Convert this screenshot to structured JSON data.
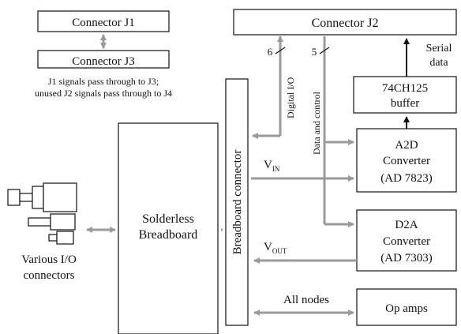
{
  "boxes": {
    "j1": "Connector J1",
    "j3": "Connector J3",
    "j2": "Connector J2",
    "buffer": [
      "74CH125",
      "buffer"
    ],
    "a2d": [
      "A2D",
      "Converter",
      "(AD 7823)"
    ],
    "d2a": [
      "D2A",
      "Converter",
      "(AD 7303)"
    ],
    "opamps": "Op amps",
    "breadboard": [
      "Solderless",
      "Breadboard"
    ],
    "breadboard_connector": "Breadboard connector"
  },
  "notes": {
    "passthrough": [
      "J1 signals pass through to J3;",
      "unused J2 signals pass through to J4"
    ],
    "io_connectors": [
      "Various I/O",
      "connectors"
    ]
  },
  "signals": {
    "digital_io": "Digital I/O",
    "digital_io_width": "6",
    "data_control": "Data and control",
    "data_control_width": "5",
    "serial_data": [
      "Serial",
      "data"
    ],
    "vin_main": "V",
    "vin_sub": "IN",
    "vout_main": "V",
    "vout_sub": "OUT",
    "all_nodes": "All nodes"
  },
  "colors": {
    "line": "#111111",
    "gray_arrow": "#9a9a9a"
  }
}
